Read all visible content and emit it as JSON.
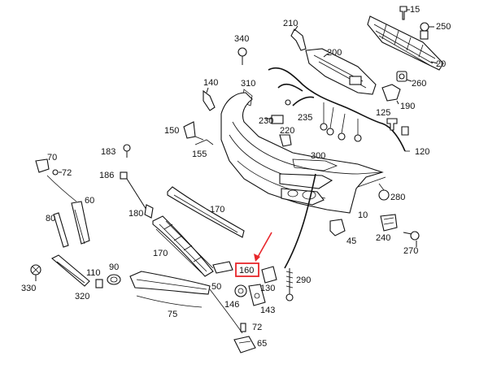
{
  "diagram": {
    "highlight_color": "#e8262b",
    "labels": {
      "p10": "10",
      "p15": "15",
      "p20": "20",
      "p45": "45",
      "p50": "50",
      "p60": "60",
      "p65": "65",
      "p70": "70",
      "p72a": "72",
      "p72b": "72",
      "p75": "75",
      "p80": "80",
      "p90": "90",
      "p110": "110",
      "p120": "120",
      "p125": "125",
      "p130": "130",
      "p140": "140",
      "p143": "143",
      "p146": "146",
      "p150": "150",
      "p155": "155",
      "p160": "160",
      "p170a": "170",
      "p170b": "170",
      "p180": "180",
      "p183": "183",
      "p186": "186",
      "p190": "190",
      "p200": "200",
      "p210": "210",
      "p220": "220",
      "p230": "230",
      "p235": "235",
      "p240": "240",
      "p250": "250",
      "p260": "260",
      "p270": "270",
      "p280": "280",
      "p290": "290",
      "p300": "300",
      "p310": "310",
      "p320": "320",
      "p330": "330",
      "p340": "340"
    }
  }
}
